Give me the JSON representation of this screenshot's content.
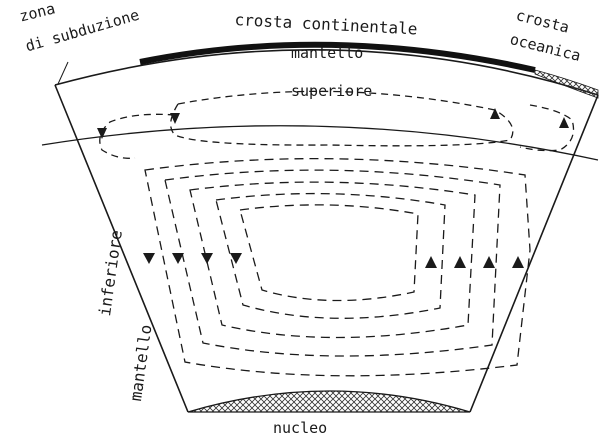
{
  "labels": {
    "zona": "zona",
    "di_subduzione": "di subduzione",
    "crosta_continentale": "crosta continentale",
    "crosta": "crosta",
    "oceanica": "oceanica",
    "mantello_superiore_1": "mantello",
    "mantello_superiore_2": "superiore",
    "mantello_inferiore_1": "mantello",
    "mantello_inferiore_2": "inferiore",
    "nucleo": "nucleo"
  },
  "colors": {
    "ink": "#1a1a1a",
    "background": "#ffffff"
  }
}
